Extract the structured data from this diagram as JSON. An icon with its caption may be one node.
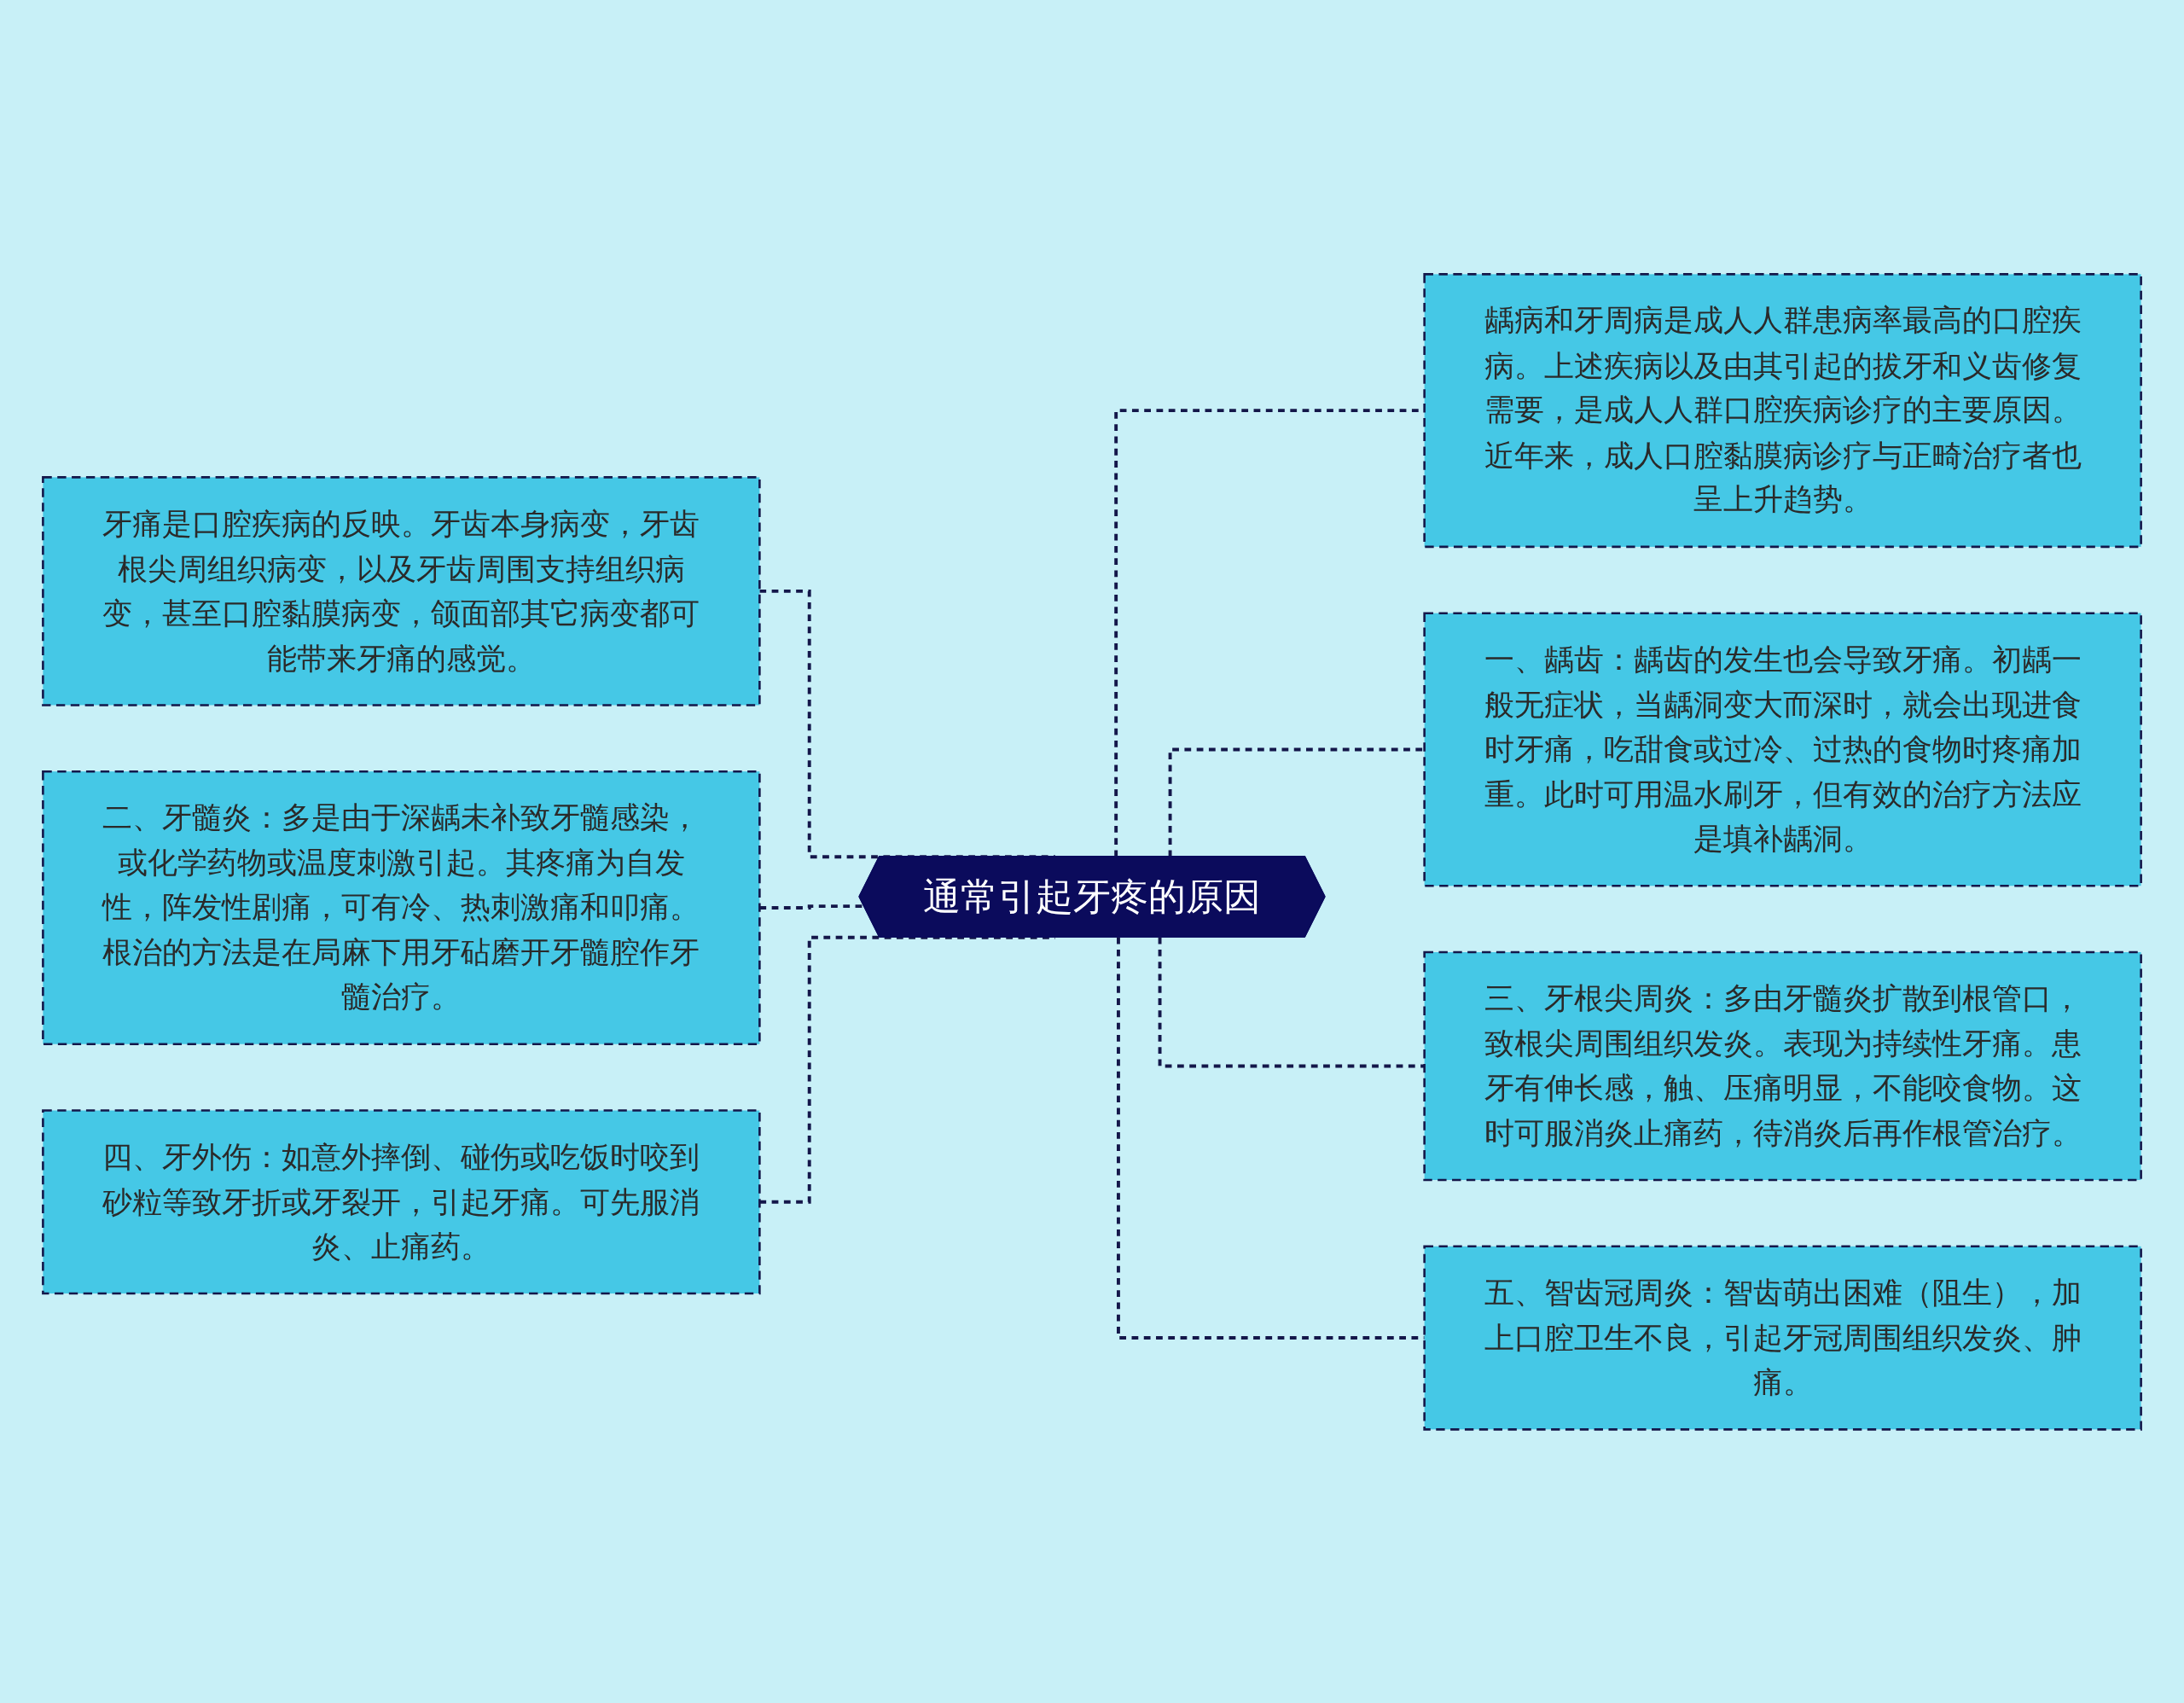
{
  "diagram": {
    "nodes": [
      {
        "text": [
          "通常引起牙疼的原因"
        ]
      },
      {
        "text": [
          "牙痛是口腔疾病的反映。牙齿本身病变，牙齿根尖周组织病变，以及牙齿周围支持组织病变，甚至口腔黏膜病变，颌面部其它病变都可能带来牙痛的感觉。"
        ]
      },
      {
        "text": [
          "二、牙髓炎：多是由于深龋未补致牙髓感染，或化学药物或温度刺激引起。其疼痛为自发性，阵发性剧痛，可有冷、热刺激痛和叩痛。根治的方法是在局麻下用牙砧磨开牙髓腔作牙髓治疗。"
        ]
      },
      {
        "text": [
          "四、牙外伤：如意外摔倒、碰伤或吃饭时咬到砂粒等致牙折或牙裂开，引起牙痛。可先服消炎、止痛药。"
        ]
      },
      {
        "text": [
          "龋病和牙周病是成人人群患病率最高的口腔疾病。上述疾病以及由其引起的拔牙和义齿修复需要，是成人人群口腔疾病诊疗的主要原因。近年来，成人口腔黏膜病诊疗与正畸治疗者也呈上升趋势。"
        ]
      },
      {
        "text": [
          "一、龋齿：龋齿的发生也会导致牙痛。初龋一般无症状，当龋洞变大而深时，就会出现进食时牙痛，吃甜食或过冷、过热的食物时疼痛加重。此时可用温水刷牙，但有效的治疗方法应是填补龋洞。"
        ]
      },
      {
        "text": [
          "三、牙根尖周炎：多由牙髓炎扩散到根管口，致根尖周围组织发炎。表现为持续性牙痛。患牙有伸长感，触、压痛明显，不能咬食物。这时可服消炎止痛药，待消炎后再作根管治疗。"
        ]
      },
      {
        "text": [
          "五、智齿冠周炎：智齿萌出困难（阻生），加上口腔卫生不良，引起牙冠周围组织发炎、肿痛。"
        ]
      }
    ],
    "edges": [
      {
        "from": 0,
        "to": 1,
        "arrow": "none",
        "style": "dashed"
      },
      {
        "from": 0,
        "to": 2,
        "arrow": "none",
        "style": "dashed"
      },
      {
        "from": 0,
        "to": 3,
        "arrow": "none",
        "style": "dashed"
      },
      {
        "from": 0,
        "to": 4,
        "arrow": "none",
        "style": "dashed"
      },
      {
        "from": 0,
        "to": 5,
        "arrow": "none",
        "style": "dashed"
      },
      {
        "from": 0,
        "to": 6,
        "arrow": "none",
        "style": "dashed"
      },
      {
        "from": 0,
        "to": 7,
        "arrow": "none",
        "style": "dashed"
      }
    ]
  }
}
